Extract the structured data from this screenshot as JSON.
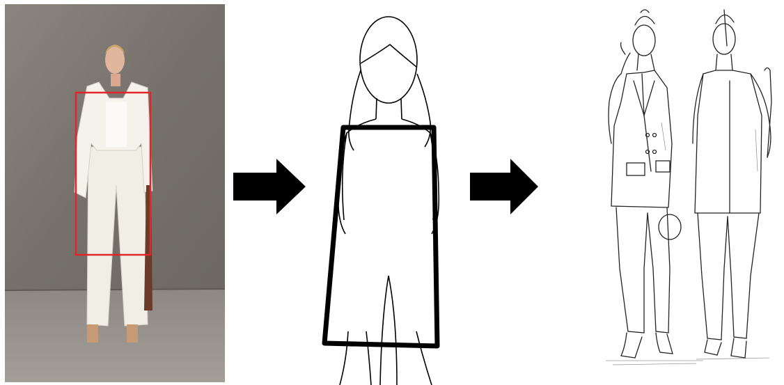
{
  "panels": [
    {
      "id": "photo",
      "kind": "photograph",
      "highlight_color": "#e0262b"
    },
    {
      "id": "silhouette",
      "kind": "line-drawing"
    },
    {
      "id": "sketch",
      "kind": "pencil-sketch"
    }
  ],
  "arrows": [
    {
      "icon": "right-arrow-icon"
    },
    {
      "icon": "right-arrow-icon"
    }
  ],
  "colors": {
    "arrow": "#000000",
    "highlight": "#e0262b",
    "wall": "#7a756f",
    "floor": "#9a958f",
    "garment": "#f4f1ea"
  }
}
